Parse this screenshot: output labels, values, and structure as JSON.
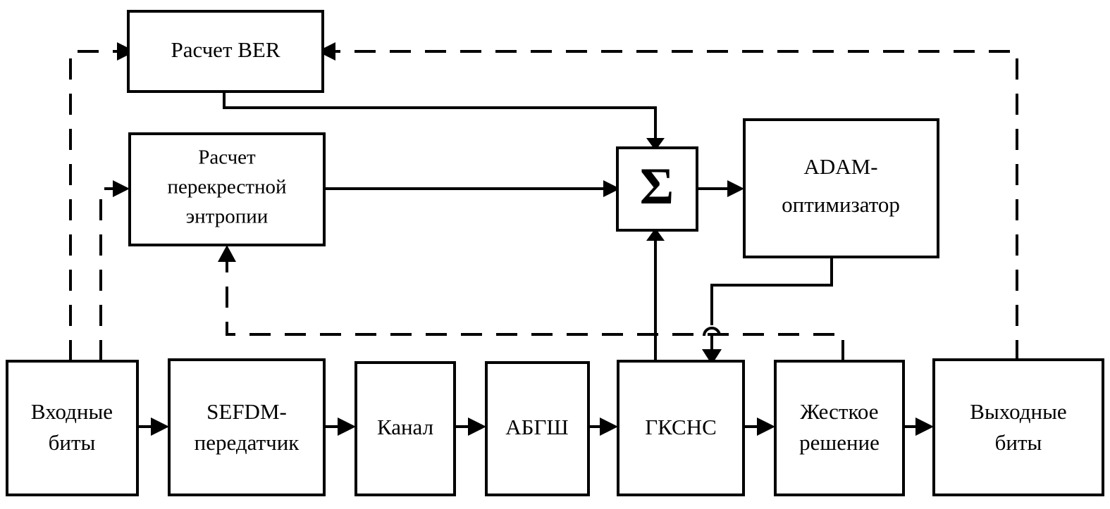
{
  "diagram": {
    "title": "SEFDM transceiver with ADAM-optimized GKSNC detector",
    "language": "ru",
    "line_color": "#000000",
    "box_fill": "#ffffff",
    "blocks": {
      "ber": {
        "label": "Расчет BER"
      },
      "entropy": {
        "line1": "Расчет",
        "line2": "перекрестной",
        "line3": "энтропии"
      },
      "sum": {
        "label": "Σ"
      },
      "adam": {
        "line1": "ADAM-",
        "line2": "оптимизатор"
      },
      "input_bits": {
        "line1": "Входные",
        "line2": "биты"
      },
      "sefdm_tx": {
        "line1": "SEFDM-",
        "line2": "передатчик"
      },
      "channel": {
        "label": "Канал"
      },
      "awgn": {
        "label": "АБГШ"
      },
      "gksnc": {
        "label": "ГКСНС"
      },
      "hard_decision": {
        "line1": "Жесткое",
        "line2": "решение"
      },
      "output_bits": {
        "line1": "Выходные",
        "line2": "биты"
      }
    },
    "connections": [
      {
        "name": "input-bits-to-ber",
        "style": "dashed",
        "from": "input_bits",
        "to": "ber"
      },
      {
        "name": "output-bits-to-ber",
        "style": "dashed",
        "from": "output_bits",
        "to": "ber"
      },
      {
        "name": "ber-to-sum",
        "style": "solid",
        "from": "ber",
        "to": "sum"
      },
      {
        "name": "input-bits-to-entropy",
        "style": "dashed",
        "from": "input_bits",
        "to": "entropy"
      },
      {
        "name": "gksnc-region-to-entropy",
        "style": "dashed",
        "from": "hard_decision",
        "to": "entropy"
      },
      {
        "name": "entropy-to-sum",
        "style": "solid",
        "from": "entropy",
        "to": "sum"
      },
      {
        "name": "gksnc-to-sum",
        "style": "solid",
        "from": "gksnc",
        "to": "sum"
      },
      {
        "name": "sum-to-adam",
        "style": "solid",
        "from": "sum",
        "to": "adam"
      },
      {
        "name": "adam-to-gksnc",
        "style": "solid",
        "from": "adam",
        "to": "gksnc"
      },
      {
        "name": "input-bits-to-sefdm",
        "style": "solid",
        "from": "input_bits",
        "to": "sefdm_tx"
      },
      {
        "name": "sefdm-to-channel",
        "style": "solid",
        "from": "sefdm_tx",
        "to": "channel"
      },
      {
        "name": "channel-to-awgn",
        "style": "solid",
        "from": "channel",
        "to": "awgn"
      },
      {
        "name": "awgn-to-gksnc",
        "style": "solid",
        "from": "awgn",
        "to": "gksnc"
      },
      {
        "name": "gksnc-to-hard-decision",
        "style": "solid",
        "from": "gksnc",
        "to": "hard_decision"
      },
      {
        "name": "hard-decision-to-output-bits",
        "style": "solid",
        "from": "hard_decision",
        "to": "output_bits"
      }
    ]
  }
}
